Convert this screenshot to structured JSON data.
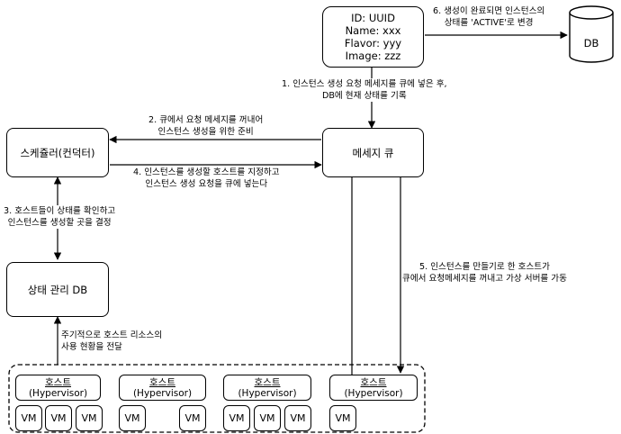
{
  "nodes": {
    "uuid_box": [
      "ID: UUID",
      "Name:  xxx",
      "Flavor: yyy",
      "Image: zzz"
    ],
    "db": "DB",
    "message_queue": "메세지 큐",
    "scheduler": "스케쥴러(컨덕터)",
    "state_db": "상태 관리 DB"
  },
  "hosts": [
    {
      "title": "호스트",
      "sub": "(Hypervisor)",
      "vms": [
        "VM",
        "VM",
        "VM"
      ]
    },
    {
      "title": "호스트",
      "sub": "(Hypervisor)",
      "vms": [
        "VM",
        "VM"
      ]
    },
    {
      "title": "호스트",
      "sub": "(Hypervisor)",
      "vms": [
        "VM",
        "VM",
        "VM"
      ]
    },
    {
      "title": "호스트",
      "sub": "(Hypervisor)",
      "vms": [
        "VM"
      ]
    }
  ],
  "steps": {
    "s1": [
      "1. 인스턴스 생성 요청 메세지를 큐에 넣은 후,",
      "DB에 현재 상태를 기록"
    ],
    "s2": [
      "2. 큐에서 요청 메세지를 꺼내어",
      "인스턴스 생성을 위한 준비"
    ],
    "s3": [
      "3. 호스트들이 상태를 확인하고",
      "인스턴스를 생성할 곳을 결정"
    ],
    "s4": [
      "4. 인스턴스를 생성할 호스트를 지정하고",
      "인스턴스 생성 요청을 큐에 넣는다"
    ],
    "s5": [
      "5. 인스턴스를 만들기로 한 호스트가",
      "큐에서 요청메세지를 꺼내고 가상 서버를 가동"
    ],
    "s6": [
      "6. 생성이 완료되면 인스턴스의",
      "상태를 'ACTIVE'로 변경"
    ],
    "periodic": [
      "주기적으로 호스트 리소스의",
      "사용 현황을 전달"
    ]
  }
}
